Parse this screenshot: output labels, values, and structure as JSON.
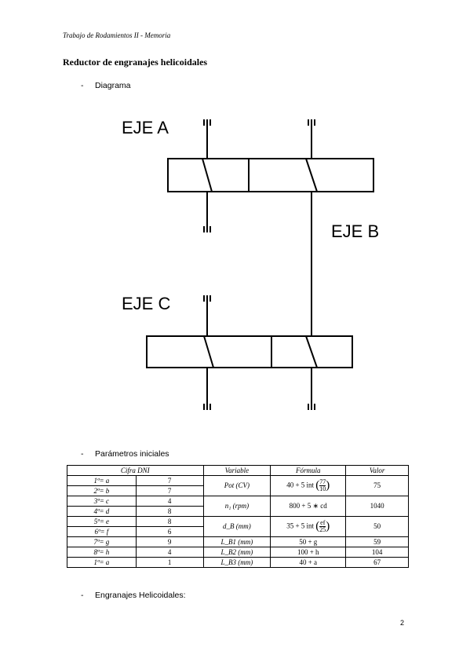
{
  "header": {
    "text": "Trabajo de Rodamientos II - Memoria"
  },
  "section_title": "Reductor de engranajes helicoidales",
  "bullets": {
    "diagram": "Diagrama",
    "params": "Parámetros iniciales",
    "gears": "Engranajes Helicoidales:"
  },
  "dash": "-",
  "diagram": {
    "eje_a": "EJE A",
    "eje_b": "EJE B",
    "eje_c": "EJE C"
  },
  "table": {
    "headers": {
      "cifra": "Cifra DNI",
      "variable": "Variable",
      "formula": "Fórmula",
      "valor": "Valor"
    },
    "digits": [
      {
        "label": "1ª= a",
        "value": "7"
      },
      {
        "label": "2ª= b",
        "value": "7"
      },
      {
        "label": "3ª= c",
        "value": "4"
      },
      {
        "label": "4ª= d",
        "value": "8"
      },
      {
        "label": "5ª= e",
        "value": "8"
      },
      {
        "label": "6ª= f",
        "value": "6"
      },
      {
        "label": "7ª= g",
        "value": "9"
      },
      {
        "label": "8ª= h",
        "value": "4"
      },
      {
        "label": "1ª= a",
        "value": "1"
      }
    ],
    "rows": {
      "pot": {
        "variable": "Pot (CV)",
        "formula_prefix": "40 + 5 int",
        "num": "77",
        "den": "10",
        "valor": "75"
      },
      "n": {
        "variable": "n₁ (rpm)",
        "formula": "800 + 5 ∗ cd",
        "valor": "1040"
      },
      "d": {
        "variable": "d_B (mm)",
        "formula_prefix": "35 + 5 int",
        "num": "ef",
        "den": "25",
        "valor": "50"
      },
      "lb1": {
        "variable": "L_B1 (mm)",
        "formula": "50 + g",
        "valor": "59"
      },
      "lb2": {
        "variable": "L_B2 (mm)",
        "formula": "100 + h",
        "valor": "104"
      },
      "lb3": {
        "variable": "L_B3 (mm)",
        "formula": "40 + a",
        "valor": "67"
      }
    }
  },
  "page_number": "2"
}
